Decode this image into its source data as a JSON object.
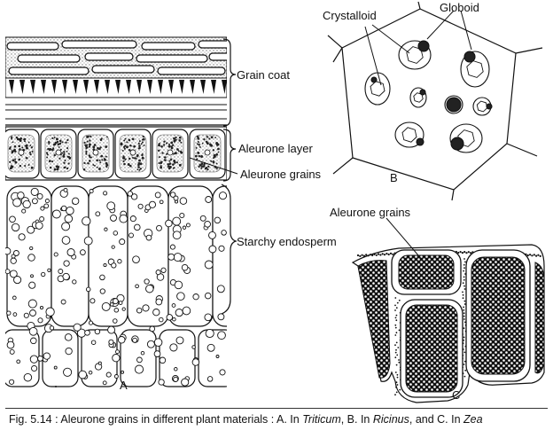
{
  "panel_a": {
    "letter": "A",
    "labels": {
      "grain_coat": "Grain coat",
      "aleurone_layer": "Aleurone layer",
      "aleurone_grains": "Aleurone grains",
      "starchy_endosperm": "Starchy endosperm"
    }
  },
  "panel_b": {
    "letter": "B",
    "labels": {
      "crystalloid": "Crystalloid",
      "globoid": "Globoid"
    }
  },
  "panel_c": {
    "letter": "C",
    "labels": {
      "aleurone_grains": "Aleurone grains"
    }
  },
  "caption": {
    "prefix": "Fig. 5.14 : Aleurone grains in different plant materials : A. In ",
    "a_species": "Triticum",
    "mid1": ", B. In ",
    "b_species": "Ricinus",
    "mid2": ", and C. In ",
    "c_species": "Zea"
  },
  "colors": {
    "ink": "#111111",
    "stipple": "#9a9a9a",
    "paper": "#ffffff"
  }
}
